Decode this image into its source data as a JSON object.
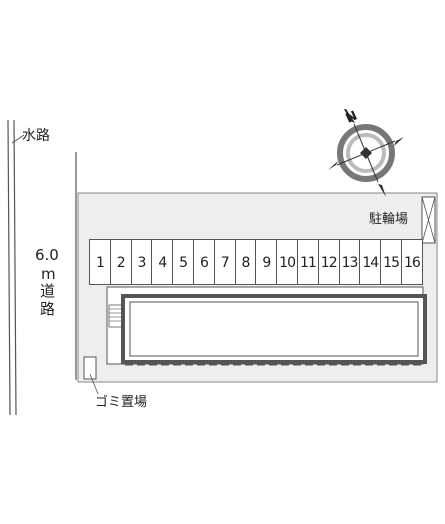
{
  "labels": {
    "waterway": "水路",
    "road_width": "6.0",
    "road_unit": "m",
    "road": "道路",
    "bicycle_parking": "駐輪場",
    "garbage_area": "ゴミ置場"
  },
  "parking_spaces": [
    "1",
    "2",
    "3",
    "4",
    "5",
    "6",
    "7",
    "8",
    "9",
    "10",
    "11",
    "12",
    "13",
    "14",
    "15",
    "16"
  ],
  "compass": {
    "north_label": "N"
  },
  "colors": {
    "site_fill": "#eeeeee",
    "building_border": "#555555",
    "line": "#555555"
  }
}
